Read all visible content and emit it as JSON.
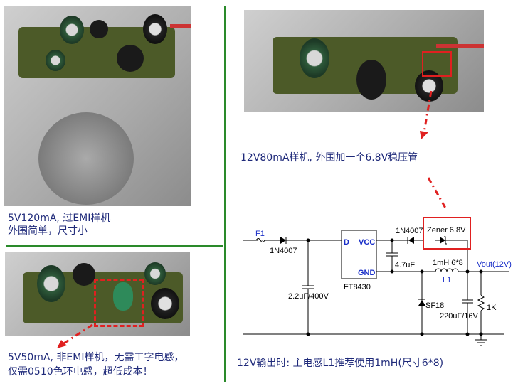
{
  "captions": {
    "top_left_line1": "5V120mA, 过EMI样机",
    "top_left_line2": "外围简单，尺寸小",
    "bottom_left_line1": "5V50mA, 非EMI样机，无需工字电感，",
    "bottom_left_line2": "仅需0510色环电感，超低成本！",
    "top_right": "12V80mA样机, 外围加一个6.8V稳压管",
    "bottom_right": "12V输出时: 主电感L1推荐使用1mH(尺寸6*8)"
  },
  "schematic": {
    "fuse": "F1",
    "diode_in": "1N4007",
    "cap_in": "2.2uF/400V",
    "ic_name": "FT8430",
    "pin_d": "D",
    "pin_vcc": "VCC",
    "pin_gnd": "GND",
    "diode_vcc": "1N4007",
    "zener": "Zener 6.8V",
    "cap_vcc": "4.7uF",
    "inductor_value": "1mH 6*8",
    "inductor_ref": "L1",
    "output": "Vout(12V)",
    "freewheel": "SF18",
    "cap_out": "220uF/16V",
    "resistor": "1K"
  },
  "colors": {
    "accent_red": "#e02020",
    "divider_green": "#2a8a2a",
    "text_navy": "#1f2a7a",
    "pin_blue": "#1a2fc8"
  }
}
